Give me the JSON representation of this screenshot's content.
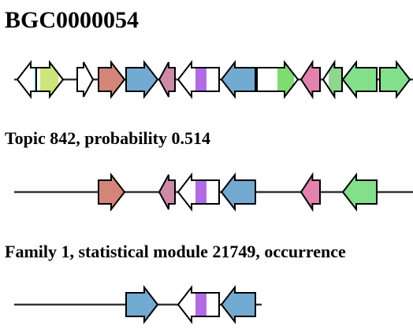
{
  "title": "BGC0000054",
  "rows": [
    {
      "label": "",
      "genes": [
        {
          "start": 22,
          "end": 54,
          "dir": "-",
          "fill": "#ffffff",
          "domains": [
            {
              "start": 44,
              "end": 49,
              "color": "#5fc7d6"
            }
          ]
        },
        {
          "start": 46,
          "end": 80,
          "dir": "+",
          "fill": "#ffffff",
          "domains": [
            {
              "start": 51,
              "end": 74,
              "color": "#cde57a"
            }
          ]
        },
        {
          "start": 98,
          "end": 118,
          "dir": "+",
          "fill": "#ffffff",
          "domains": []
        },
        {
          "start": 125,
          "end": 158,
          "dir": "+",
          "fill": "#d4857a",
          "domains": []
        },
        {
          "start": 160,
          "end": 200,
          "dir": "+",
          "fill": "#72aad2",
          "domains": []
        },
        {
          "start": 202,
          "end": 222,
          "dir": "-",
          "fill": "#cc8aa6",
          "domains": []
        },
        {
          "start": 226,
          "end": 278,
          "dir": "-",
          "fill": "#ffffff",
          "domains": [
            {
              "start": 248,
              "end": 262,
              "color": "#b26be2"
            }
          ]
        },
        {
          "start": 281,
          "end": 324,
          "dir": "-",
          "fill": "#72aad2",
          "domains": []
        },
        {
          "start": 326,
          "end": 378,
          "dir": "+",
          "fill": "#ffffff",
          "domains": [
            {
              "start": 352,
              "end": 373,
              "color": "#7fdb72"
            }
          ]
        },
        {
          "start": 382,
          "end": 406,
          "dir": "-",
          "fill": "#e283ae",
          "domains": []
        },
        {
          "start": 410,
          "end": 434,
          "dir": "-",
          "fill": "#ffffff",
          "domains": [
            {
              "start": 417,
              "end": 433,
              "color": "#8fd68e"
            }
          ]
        },
        {
          "start": 435,
          "end": 478,
          "dir": "-",
          "fill": "#84df8b",
          "domains": []
        },
        {
          "start": 482,
          "end": 520,
          "dir": "+",
          "fill": "#84df8b",
          "domains": []
        }
      ]
    },
    {
      "label": "Topic 842, probability 0.514",
      "genes": [
        {
          "start": 125,
          "end": 158,
          "dir": "+",
          "fill": "#d4857a",
          "domains": []
        },
        {
          "start": 202,
          "end": 222,
          "dir": "-",
          "fill": "#cc8aa6",
          "domains": []
        },
        {
          "start": 226,
          "end": 278,
          "dir": "-",
          "fill": "#ffffff",
          "domains": [
            {
              "start": 248,
              "end": 262,
              "color": "#b26be2"
            }
          ]
        },
        {
          "start": 281,
          "end": 324,
          "dir": "-",
          "fill": "#72aad2",
          "domains": []
        },
        {
          "start": 382,
          "end": 406,
          "dir": "-",
          "fill": "#e283ae",
          "domains": []
        },
        {
          "start": 435,
          "end": 478,
          "dir": "-",
          "fill": "#84df8b",
          "domains": []
        }
      ]
    },
    {
      "label": "Family 1, statistical module 21749, occurrence",
      "genes": [
        {
          "start": 160,
          "end": 200,
          "dir": "+",
          "fill": "#72aad2",
          "domains": []
        },
        {
          "start": 226,
          "end": 278,
          "dir": "-",
          "fill": "#ffffff",
          "domains": [
            {
              "start": 248,
              "end": 262,
              "color": "#b26be2"
            }
          ]
        },
        {
          "start": 281,
          "end": 324,
          "dir": "-",
          "fill": "#72aad2",
          "domains": []
        }
      ]
    }
  ]
}
